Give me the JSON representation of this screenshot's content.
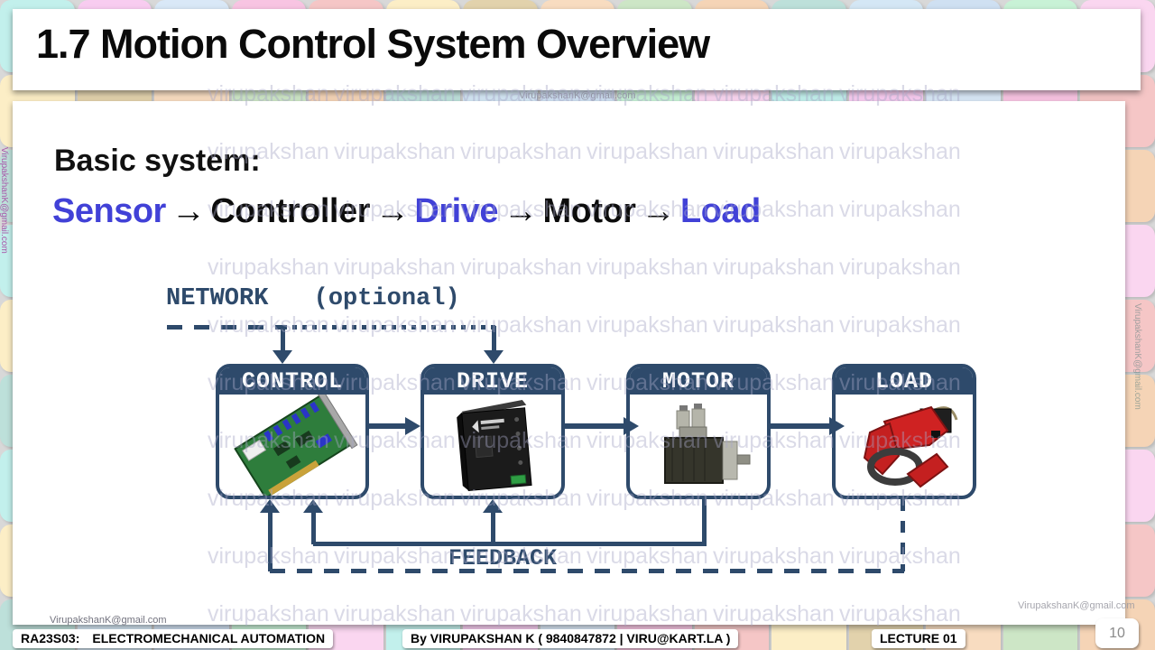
{
  "slide": {
    "title": "1.7 Motion Control System Overview",
    "page_number": "10"
  },
  "content": {
    "heading": "Basic system:",
    "flow_arrow": "→",
    "flow": [
      {
        "label": "Sensor",
        "emphasis": "blue"
      },
      {
        "label": "Controller",
        "emphasis": "black"
      },
      {
        "label": "Drive",
        "emphasis": "blue"
      },
      {
        "label": "Motor",
        "emphasis": "black"
      },
      {
        "label": "Load",
        "emphasis": "blue"
      }
    ]
  },
  "diagram": {
    "network_label": "NETWORK",
    "network_optional": "(optional)",
    "feedback_label": "FEEDBACK",
    "boxes": [
      {
        "label": "CONTROL",
        "image": "pci-control-card"
      },
      {
        "label": "DRIVE",
        "image": "servo-drive-amplifier"
      },
      {
        "label": "MOTOR",
        "image": "electric-motor"
      },
      {
        "label": "LOAD",
        "image": "red-gripper-load"
      }
    ]
  },
  "footer": {
    "course_code": "RA23S03:",
    "course_name": "ELECTROMECHANICAL AUTOMATION",
    "author": "By VIRUPAKSHAN K ( 9840847872 | VIRU@KART.LA )",
    "lecture": "LECTURE 01"
  },
  "watermarks": {
    "tile_text": "virupakshan",
    "email": "VirupakshanK@gmail.com"
  },
  "colors": {
    "diagram_navy": "#2e4a6b",
    "flow_highlight_blue": "#4141d7",
    "title_text": "#0a0a0a",
    "background_palette": [
      "#c2f0ec",
      "#c8f2d6",
      "#d4e7f5",
      "#f5d4b6",
      "#f8dcc0",
      "#fceec6",
      "#f8c4e2",
      "#f8ccf0",
      "#fad6f0",
      "#cfe0f2",
      "#bde0da",
      "#cde6c6",
      "#e2d2ac",
      "#f5c6c6",
      "#d9e8f7"
    ]
  }
}
